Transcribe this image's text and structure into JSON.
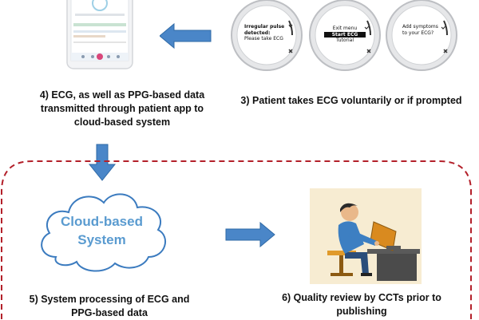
{
  "steps": {
    "step3": {
      "caption": "3) Patient takes ECG voluntarily or if prompted"
    },
    "step4": {
      "caption": "4) ECG, as well as PPG-based data transmitted through patient app to cloud-based system"
    },
    "step5": {
      "caption": "5) System processing of ECG and PPG-based data"
    },
    "step6": {
      "caption": "6) Quality review by CCTs prior to publishing"
    }
  },
  "watches": [
    {
      "title": "Irregular pulse detected:",
      "body": "Please take ECG"
    },
    {
      "menu": [
        "Exit menu",
        "Start ECG",
        "Tutorial"
      ],
      "selected": "Start ECG"
    },
    {
      "body": "Add symptoms to your ECG?"
    }
  ],
  "cloud": {
    "label": "Cloud-based System"
  },
  "colors": {
    "arrow": "#4a86c8",
    "arrow_edge": "#2f6aa6",
    "dashed_border": "#b3202a",
    "cloud_text": "#5a9bd0",
    "cloud_stroke": "#3b7bbf"
  },
  "icons": [
    "phone",
    "smartwatch",
    "cloud",
    "person-at-computer"
  ]
}
